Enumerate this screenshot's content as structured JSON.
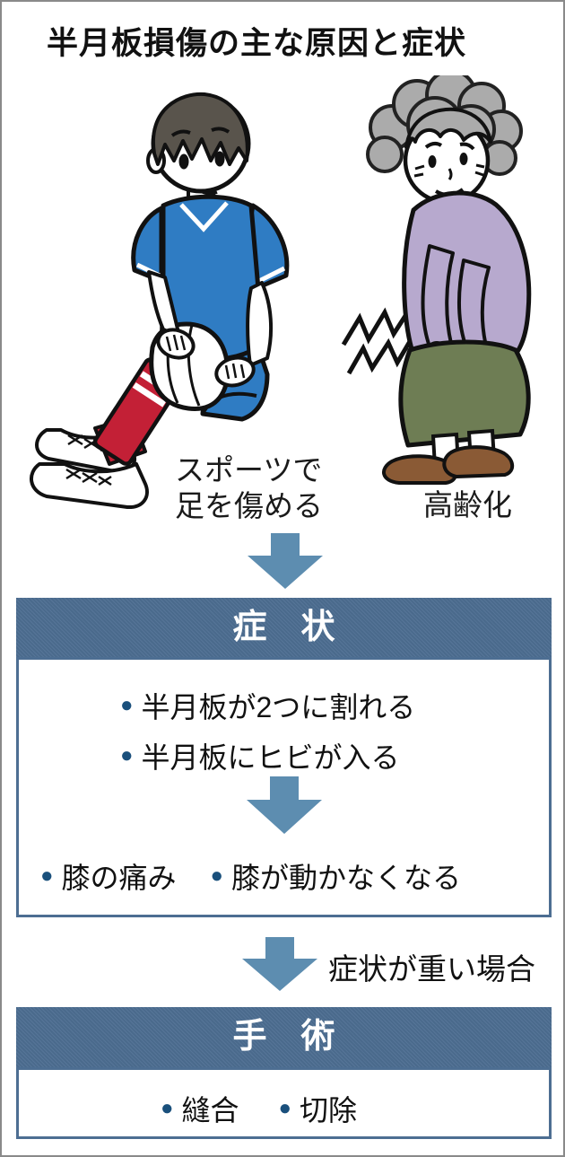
{
  "title": "半月板損傷の主な原因と症状",
  "causes": {
    "sports": {
      "illustration": "boy-sports-knee-injury",
      "caption_line1": "スポーツで",
      "caption_line2": "足を傷める"
    },
    "aging": {
      "illustration": "elderly-woman-knee-pain",
      "caption": "高齢化"
    }
  },
  "flow": {
    "severe_case_label": "症状が重い場合"
  },
  "symptoms": {
    "header": "症　状",
    "primary": [
      "半月板が2つに割れる",
      "半月板にヒビが入る"
    ],
    "secondary": [
      "膝の痛み",
      "膝が動かなくなる"
    ]
  },
  "surgery": {
    "header": "手　術",
    "options": [
      "縫合",
      "切除"
    ]
  },
  "icons": {
    "down_arrow": "down-arrow",
    "pain_marks": "pain-zigzag"
  },
  "colors": {
    "header_bar": "#4d6e92",
    "box_border": "#4d6e92",
    "arrow": "#5d8db0",
    "bullet": "#1a507c",
    "shirt_blue": "#2f7cc3",
    "sock_red": "#c32036",
    "sweater_purple": "#b7a9ce",
    "skirt_olive": "#6e7d54",
    "shoe_brown": "#8a5a35",
    "boy_hair": "#59544c",
    "gray_hair": "#ababab"
  }
}
